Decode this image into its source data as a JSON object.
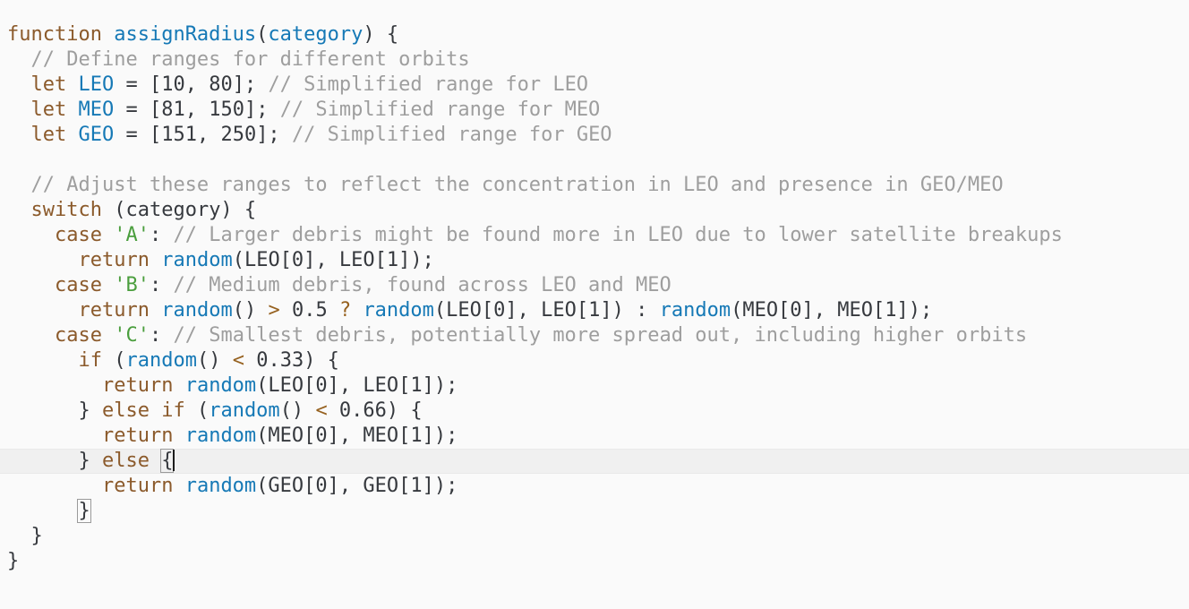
{
  "theme": {
    "background": "#fafafa",
    "line_highlight": "#f0f0f0",
    "colors": {
      "keyword": "#8b5a2b",
      "function": "#1679b6",
      "definition": "#1679b6",
      "string": "#4a9e3d",
      "comment": "#9e9e9e",
      "operator": "#96611f",
      "default": "#36393e",
      "caret": "#1c1c1c",
      "bracket_match_border": "#9a9a9a"
    }
  },
  "editor": {
    "language": "javascript",
    "cursor_line": 18,
    "lines": [
      {
        "tokens": [
          {
            "t": "kw",
            "s": "function"
          },
          {
            "t": "txt",
            "s": " "
          },
          {
            "t": "fn",
            "s": "assignRadius"
          },
          {
            "t": "txt",
            "s": "("
          },
          {
            "t": "def",
            "s": "category"
          },
          {
            "t": "txt",
            "s": ") {"
          }
        ]
      },
      {
        "tokens": [
          {
            "t": "txt",
            "s": "  "
          },
          {
            "t": "com",
            "s": "// Define ranges for different orbits"
          }
        ]
      },
      {
        "tokens": [
          {
            "t": "txt",
            "s": "  "
          },
          {
            "t": "kw",
            "s": "let"
          },
          {
            "t": "txt",
            "s": " "
          },
          {
            "t": "def",
            "s": "LEO"
          },
          {
            "t": "txt",
            "s": " = [10, 80]; "
          },
          {
            "t": "com",
            "s": "// Simplified range for LEO"
          }
        ]
      },
      {
        "tokens": [
          {
            "t": "txt",
            "s": "  "
          },
          {
            "t": "kw",
            "s": "let"
          },
          {
            "t": "txt",
            "s": " "
          },
          {
            "t": "def",
            "s": "MEO"
          },
          {
            "t": "txt",
            "s": " = [81, 150]; "
          },
          {
            "t": "com",
            "s": "// Simplified range for MEO"
          }
        ]
      },
      {
        "tokens": [
          {
            "t": "txt",
            "s": "  "
          },
          {
            "t": "kw",
            "s": "let"
          },
          {
            "t": "txt",
            "s": " "
          },
          {
            "t": "def",
            "s": "GEO"
          },
          {
            "t": "txt",
            "s": " = [151, 250]; "
          },
          {
            "t": "com",
            "s": "// Simplified range for GEO"
          }
        ]
      },
      {
        "tokens": []
      },
      {
        "tokens": [
          {
            "t": "txt",
            "s": "  "
          },
          {
            "t": "com",
            "s": "// Adjust these ranges to reflect the concentration in LEO and presence in GEO/MEO"
          }
        ]
      },
      {
        "tokens": [
          {
            "t": "txt",
            "s": "  "
          },
          {
            "t": "kw",
            "s": "switch"
          },
          {
            "t": "txt",
            "s": " (category) {"
          }
        ]
      },
      {
        "tokens": [
          {
            "t": "txt",
            "s": "    "
          },
          {
            "t": "kw",
            "s": "case"
          },
          {
            "t": "txt",
            "s": " "
          },
          {
            "t": "str",
            "s": "'A'"
          },
          {
            "t": "txt",
            "s": ": "
          },
          {
            "t": "com",
            "s": "// Larger debris might be found more in LEO due to lower satellite breakups"
          }
        ]
      },
      {
        "tokens": [
          {
            "t": "txt",
            "s": "      "
          },
          {
            "t": "kw",
            "s": "return"
          },
          {
            "t": "txt",
            "s": " "
          },
          {
            "t": "fn",
            "s": "random"
          },
          {
            "t": "txt",
            "s": "(LEO[0], LEO[1]);"
          }
        ]
      },
      {
        "tokens": [
          {
            "t": "txt",
            "s": "    "
          },
          {
            "t": "kw",
            "s": "case"
          },
          {
            "t": "txt",
            "s": " "
          },
          {
            "t": "str",
            "s": "'B'"
          },
          {
            "t": "txt",
            "s": ": "
          },
          {
            "t": "com",
            "s": "// Medium debris, found across LEO and MEO"
          }
        ]
      },
      {
        "tokens": [
          {
            "t": "txt",
            "s": "      "
          },
          {
            "t": "kw",
            "s": "return"
          },
          {
            "t": "txt",
            "s": " "
          },
          {
            "t": "fn",
            "s": "random"
          },
          {
            "t": "txt",
            "s": "() "
          },
          {
            "t": "op",
            "s": ">"
          },
          {
            "t": "txt",
            "s": " 0.5 "
          },
          {
            "t": "op",
            "s": "?"
          },
          {
            "t": "txt",
            "s": " "
          },
          {
            "t": "fn",
            "s": "random"
          },
          {
            "t": "txt",
            "s": "(LEO[0], LEO[1]) : "
          },
          {
            "t": "fn",
            "s": "random"
          },
          {
            "t": "txt",
            "s": "(MEO[0], MEO[1]);"
          }
        ]
      },
      {
        "tokens": [
          {
            "t": "txt",
            "s": "    "
          },
          {
            "t": "kw",
            "s": "case"
          },
          {
            "t": "txt",
            "s": " "
          },
          {
            "t": "str",
            "s": "'C'"
          },
          {
            "t": "txt",
            "s": ": "
          },
          {
            "t": "com",
            "s": "// Smallest debris, potentially more spread out, including higher orbits"
          }
        ]
      },
      {
        "tokens": [
          {
            "t": "txt",
            "s": "      "
          },
          {
            "t": "kw",
            "s": "if"
          },
          {
            "t": "txt",
            "s": " ("
          },
          {
            "t": "fn",
            "s": "random"
          },
          {
            "t": "txt",
            "s": "() "
          },
          {
            "t": "op",
            "s": "<"
          },
          {
            "t": "txt",
            "s": " 0.33) {"
          }
        ]
      },
      {
        "tokens": [
          {
            "t": "txt",
            "s": "        "
          },
          {
            "t": "kw",
            "s": "return"
          },
          {
            "t": "txt",
            "s": " "
          },
          {
            "t": "fn",
            "s": "random"
          },
          {
            "t": "txt",
            "s": "(LEO[0], LEO[1]);"
          }
        ]
      },
      {
        "tokens": [
          {
            "t": "txt",
            "s": "      } "
          },
          {
            "t": "kw",
            "s": "else"
          },
          {
            "t": "txt",
            "s": " "
          },
          {
            "t": "kw",
            "s": "if"
          },
          {
            "t": "txt",
            "s": " ("
          },
          {
            "t": "fn",
            "s": "random"
          },
          {
            "t": "txt",
            "s": "() "
          },
          {
            "t": "op",
            "s": "<"
          },
          {
            "t": "txt",
            "s": " 0.66) {"
          }
        ]
      },
      {
        "tokens": [
          {
            "t": "txt",
            "s": "        "
          },
          {
            "t": "kw",
            "s": "return"
          },
          {
            "t": "txt",
            "s": " "
          },
          {
            "t": "fn",
            "s": "random"
          },
          {
            "t": "txt",
            "s": "(MEO[0], MEO[1]);"
          }
        ]
      },
      {
        "highlighted": true,
        "tokens": [
          {
            "t": "txt",
            "s": "      } "
          },
          {
            "t": "kw",
            "s": "else"
          },
          {
            "t": "txt",
            "s": " "
          },
          {
            "t": "txt",
            "s": "{",
            "boxed": true,
            "caret": true
          }
        ]
      },
      {
        "tokens": [
          {
            "t": "txt",
            "s": "        "
          },
          {
            "t": "kw",
            "s": "return"
          },
          {
            "t": "txt",
            "s": " "
          },
          {
            "t": "fn",
            "s": "random"
          },
          {
            "t": "txt",
            "s": "(GEO[0], GEO[1]);"
          }
        ]
      },
      {
        "tokens": [
          {
            "t": "txt",
            "s": "      "
          },
          {
            "t": "txt",
            "s": "}",
            "boxed": true
          }
        ]
      },
      {
        "tokens": [
          {
            "t": "txt",
            "s": "  }"
          }
        ]
      },
      {
        "tokens": [
          {
            "t": "txt",
            "s": "}"
          }
        ]
      }
    ]
  }
}
